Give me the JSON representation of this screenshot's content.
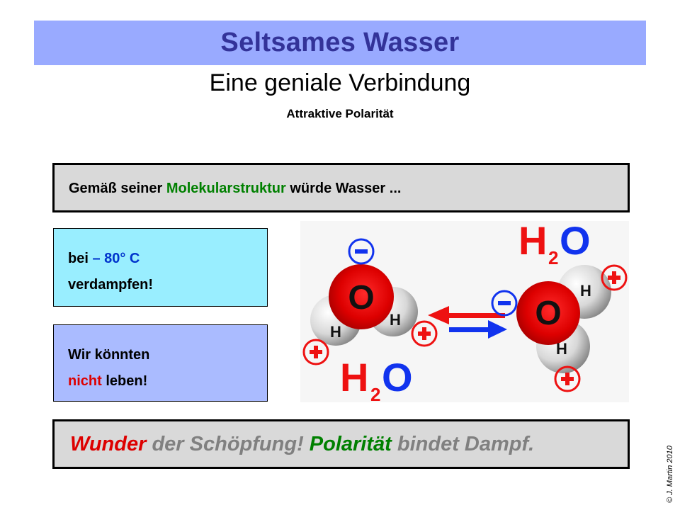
{
  "slide": {
    "title": "Seltsames Wasser",
    "subtitle": "Eine geniale Verbindung",
    "subsubtitle": "Attraktive Polarität"
  },
  "intro": {
    "part1": "Gemäß seiner ",
    "highlight": "Molekularstruktur",
    "part2": " würde Wasser ..."
  },
  "box_evaporate": {
    "prefix": "bei ",
    "temperature": "– 80° C",
    "line2": "verdampfen!"
  },
  "box_life": {
    "line1": "Wir könnten",
    "negation": "nicht",
    "line2_rest": " leben!"
  },
  "diagram": {
    "formula_left": {
      "h": "H",
      "sub": "2",
      "o": "O"
    },
    "formula_right": {
      "h": "H",
      "sub": "2",
      "o": "O"
    },
    "atom_oxygen": "O",
    "atom_hydrogen": "H",
    "charge_negative": "−",
    "charge_positive": "+",
    "colors": {
      "red": "#ee1111",
      "blue": "#1133ee",
      "oxygen": "#cc0000"
    }
  },
  "footer": {
    "word1": "Wunder",
    "part2": " der Schöpfung! ",
    "word3": "Polarität",
    "part4": " bindet Dampf."
  },
  "copyright": "© J. Martin 2010",
  "colors": {
    "title_bar": "#99aaff",
    "title_text": "#333399",
    "cyan_box": "#99eeff",
    "violet_box": "#aabbff",
    "gray_box": "#d9d9d9",
    "green": "#008000",
    "red": "#dd0000"
  }
}
